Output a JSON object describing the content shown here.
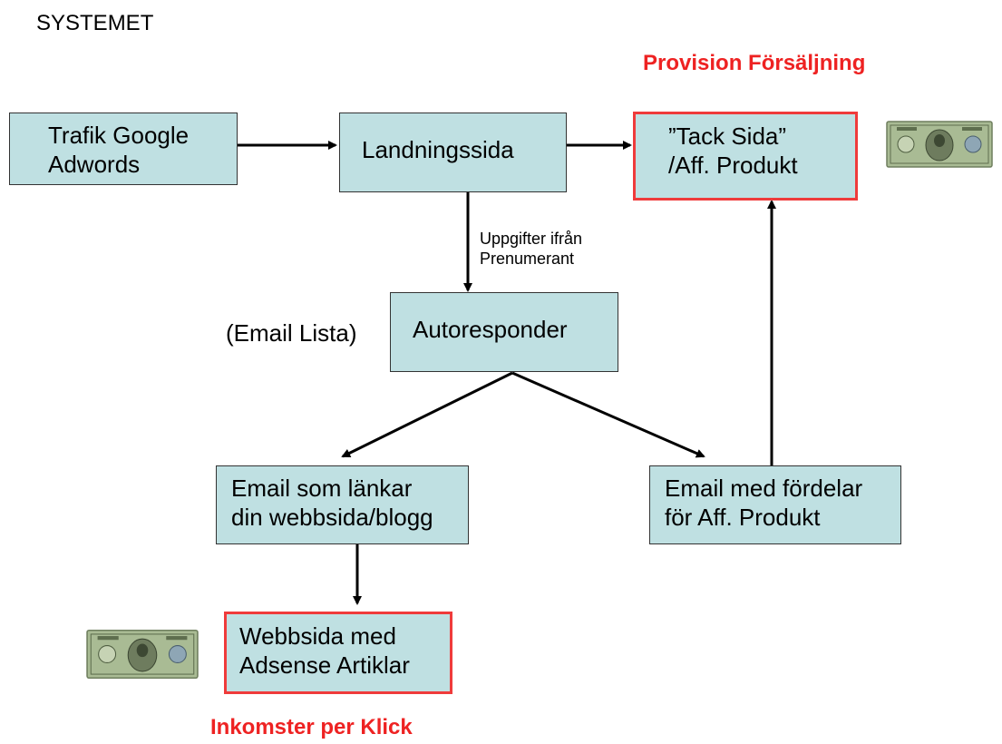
{
  "title": "SYSTEMET",
  "annotations": {
    "provision": "Provision Försäljning",
    "inkomster": "Inkomster per Klick",
    "email_lista": "(Email Lista)",
    "edge_label": [
      "Uppgifter ifrån",
      "Prenumerant"
    ]
  },
  "nodes": {
    "trafik": [
      "Trafik Google",
      "Adwords"
    ],
    "landning": [
      "Landningssida"
    ],
    "tack": [
      "”Tack Sida”",
      "/Aff. Produkt"
    ],
    "autoresponder": [
      "Autoresponder"
    ],
    "email_lankar": [
      "Email som länkar",
      "din webbsida/blogg"
    ],
    "email_fordelar": [
      "Email med fördelar",
      "för Aff. Produkt"
    ],
    "webbsida": [
      "Webbsida med",
      "Adsense Artiklar"
    ]
  },
  "icons": {
    "money": "dollar-bill-icon"
  },
  "colors": {
    "box_fill": "#bfe0e2",
    "highlight": "#ef3b3b",
    "bill_green": "#9fb58a"
  }
}
